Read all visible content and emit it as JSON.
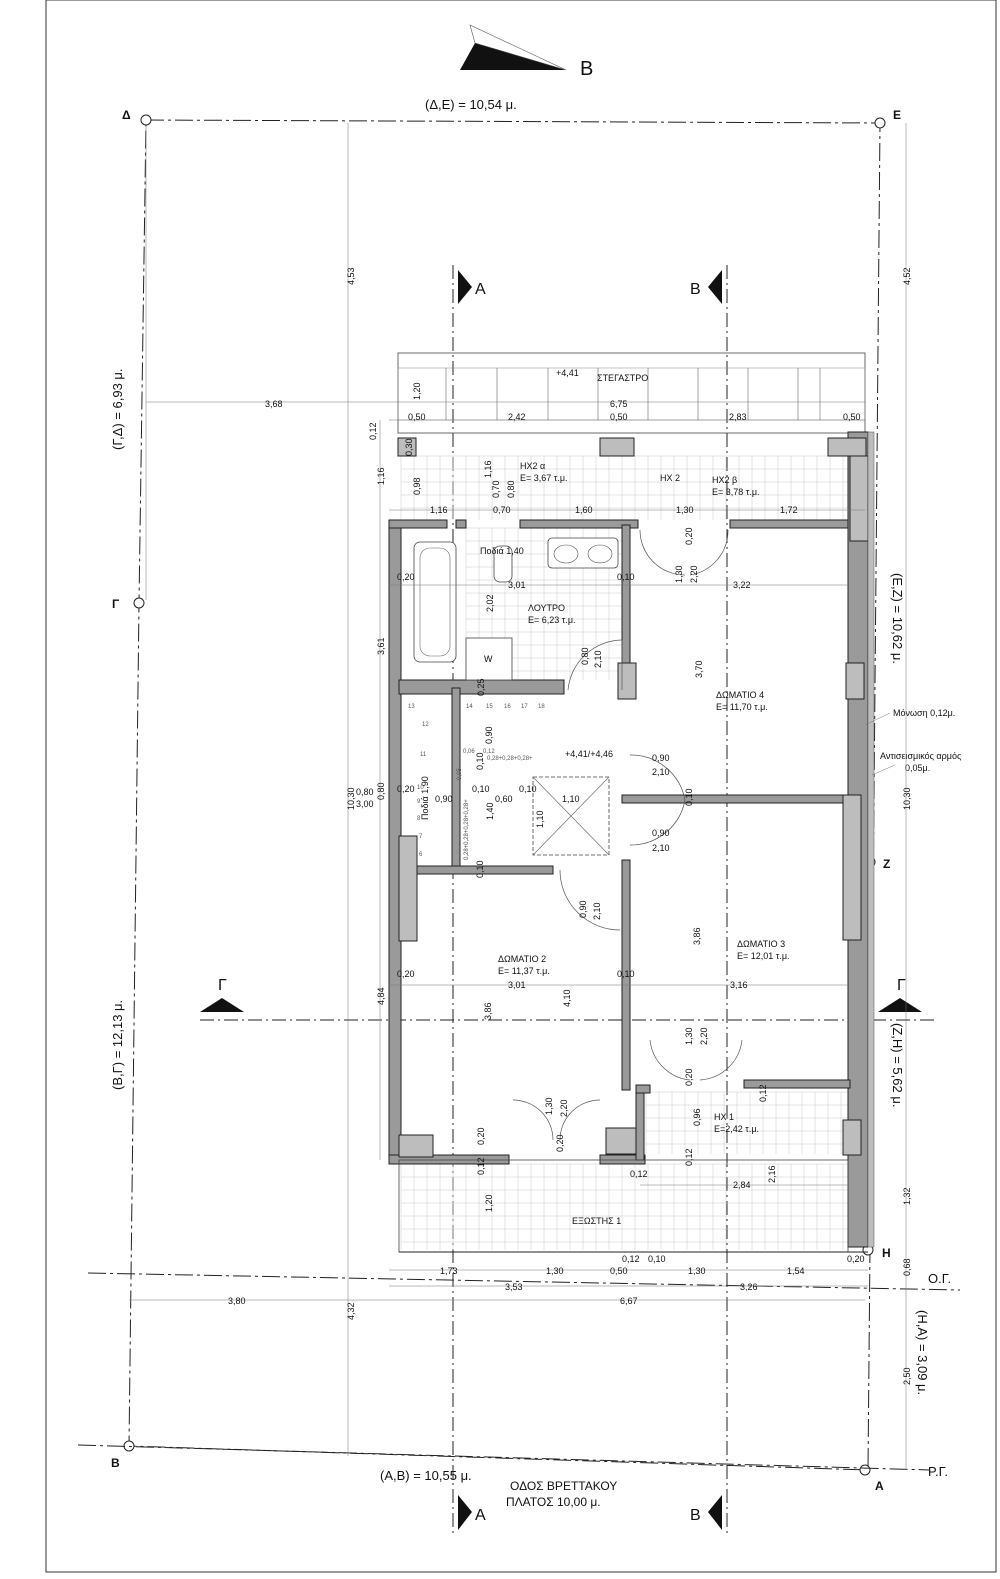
{
  "title": {
    "orientation": "Β"
  },
  "corners": {
    "D": "Δ",
    "E": "Ε",
    "G": "Γ",
    "Z": "Ζ",
    "H": "Η",
    "A": "Α",
    "B": "Β"
  },
  "sides": {
    "de": "(Δ,Ε) = 10,54 μ.",
    "gd": "(Γ,Δ) = 6,93 μ.",
    "bg": "(Β,Γ) = 12,13 μ.",
    "ez": "(Ε,Ζ) = 10,62 μ.",
    "zh": "(Ζ,Η) = 5,62 μ.",
    "ha": "(Η,Α) = 3,09 μ.",
    "ab": "(Α,Β) = 10,55 μ."
  },
  "sections": {
    "a": "Α",
    "b": "Β",
    "g": "Γ"
  },
  "lines": {
    "og": "Ο.Γ.",
    "rg": "Ρ.Γ."
  },
  "street": {
    "name": "ΟΔΟΣ ΒΡΕΤΤΑΚΟΥ",
    "width": "ΠΛΑΤΟΣ 10,00 μ."
  },
  "rooms": {
    "canopy": "ΣΤΕΓΑΣΤΡΟ",
    "canopy_level": "+4,41",
    "hx2": "ΗΧ 2",
    "hx2a": "ΗΧ2 α",
    "hx2a_area": "Ε= 3,67 τ.μ.",
    "hx2b": "ΗΧ2 β",
    "hx2b_area": "Ε= 3,78 τ.μ.",
    "bath": "ΛΟΥΤΡΟ",
    "bath_area": "Ε= 6,23 τ.μ.",
    "bath_sill": "Ποδιά 1,40",
    "w": "W",
    "room4": "ΔΩΜΑΤΙΟ 4",
    "room4_area": "Ε= 11,70 τ.μ.",
    "room3": "ΔΩΜΑΤΙΟ 3",
    "room3_area": "Ε= 12,01 τ.μ.",
    "room2": "ΔΩΜΑΤΙΟ 2",
    "room2_area": "Ε= 11,37 τ.μ.",
    "hx1": "ΗΧ 1",
    "hx1_area": "Ε=2,42 τ.μ.",
    "balcony": "ΕΞΩΣΤΗΣ 1",
    "stair_level": "+4,41/+4,46",
    "stair_sill": "Ποδιά 1,90",
    "insulation": "Μόνωση 0,12μ.",
    "joint": "Αντισεισμικός αρμός",
    "joint_size": "0,05μ."
  },
  "dims": {
    "d368": "3,68",
    "d675": "6,75",
    "d050": "0,50",
    "d242": "2,42",
    "d283": "2,83",
    "d012": "0,12",
    "d030": "0,30",
    "d120": "1,20",
    "d116": "1,16",
    "d098": "0,98",
    "d070": "0,70",
    "d080": "0,80",
    "d160": "1,60",
    "d130": "1,30",
    "d172": "1,72",
    "d020": "0,20",
    "d301": "3,01",
    "d010": "0,10",
    "d322": "3,22",
    "d220": "2,20",
    "d202": "2,02",
    "d210": "2,10",
    "d361": "3,61",
    "d025": "0,25",
    "d370": "3,70",
    "d090": "0,90",
    "d1030": "10,30",
    "d300": "3,00",
    "d060": "0,60",
    "d110": "1,10",
    "d140": "1,40",
    "d386": "3,86",
    "d410": "4,10",
    "d484": "4,84",
    "d316": "3,16",
    "d096": "0,96",
    "d284": "2,84",
    "d216": "2,16",
    "d173": "1,73",
    "d154": "1,54",
    "d353": "3,53",
    "d326": "3,26",
    "d380": "3,80",
    "d667": "6,67",
    "d432": "4,32",
    "d453": "4,53",
    "d452": "4,52",
    "d132": "1,32",
    "d068": "0,68",
    "d250": "2,50",
    "d028s": "0,28+0,28+0,28+",
    "d005": "0,05",
    "d006": "0,06",
    "d028v": "0,28+0,28+0,28+0,28+"
  },
  "steps": [
    "13",
    "14",
    "15",
    "16",
    "17",
    "18",
    "12",
    "11",
    "10",
    "9",
    "8",
    "7",
    "6"
  ]
}
